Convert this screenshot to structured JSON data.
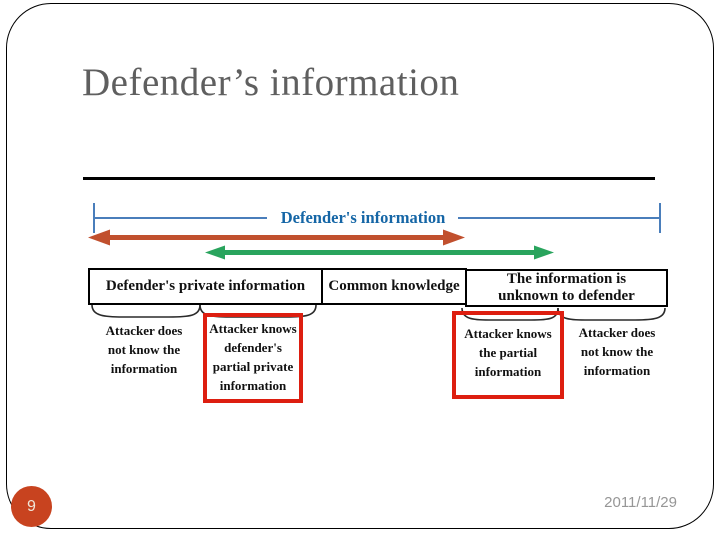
{
  "slide": {
    "title": "Defender’s information",
    "page_number": "9",
    "date": "2011/11/29"
  },
  "diagram": {
    "bracket_label": "Defender's information",
    "table": {
      "cell1": "Defender's private information",
      "cell2": "Common knowledge",
      "cell3_line1": "The information is",
      "cell3_line2": "unknown to defender"
    },
    "notes": {
      "n1": {
        "l1": "Attacker does",
        "l2": "not know the",
        "l3": "information"
      },
      "n2": {
        "l1": "Attacker knows",
        "l2": "defender's",
        "l3": "partial private",
        "l4": "information"
      },
      "n3": {
        "l1": "Attacker knows",
        "l2": "the partial",
        "l3": "information"
      },
      "n4": {
        "l1": "Attacker does",
        "l2": "not know the",
        "l3": "information"
      }
    }
  },
  "colors": {
    "title": "#5f5f5f",
    "bracket_line": "#4a7ebb",
    "bracket_label": "#1566a6",
    "red_arrow": "#c1502e",
    "green_arrow": "#29a45d",
    "highlight_box": "#dd1e10",
    "page_circle": "#c8431f",
    "date_text": "#969696"
  }
}
